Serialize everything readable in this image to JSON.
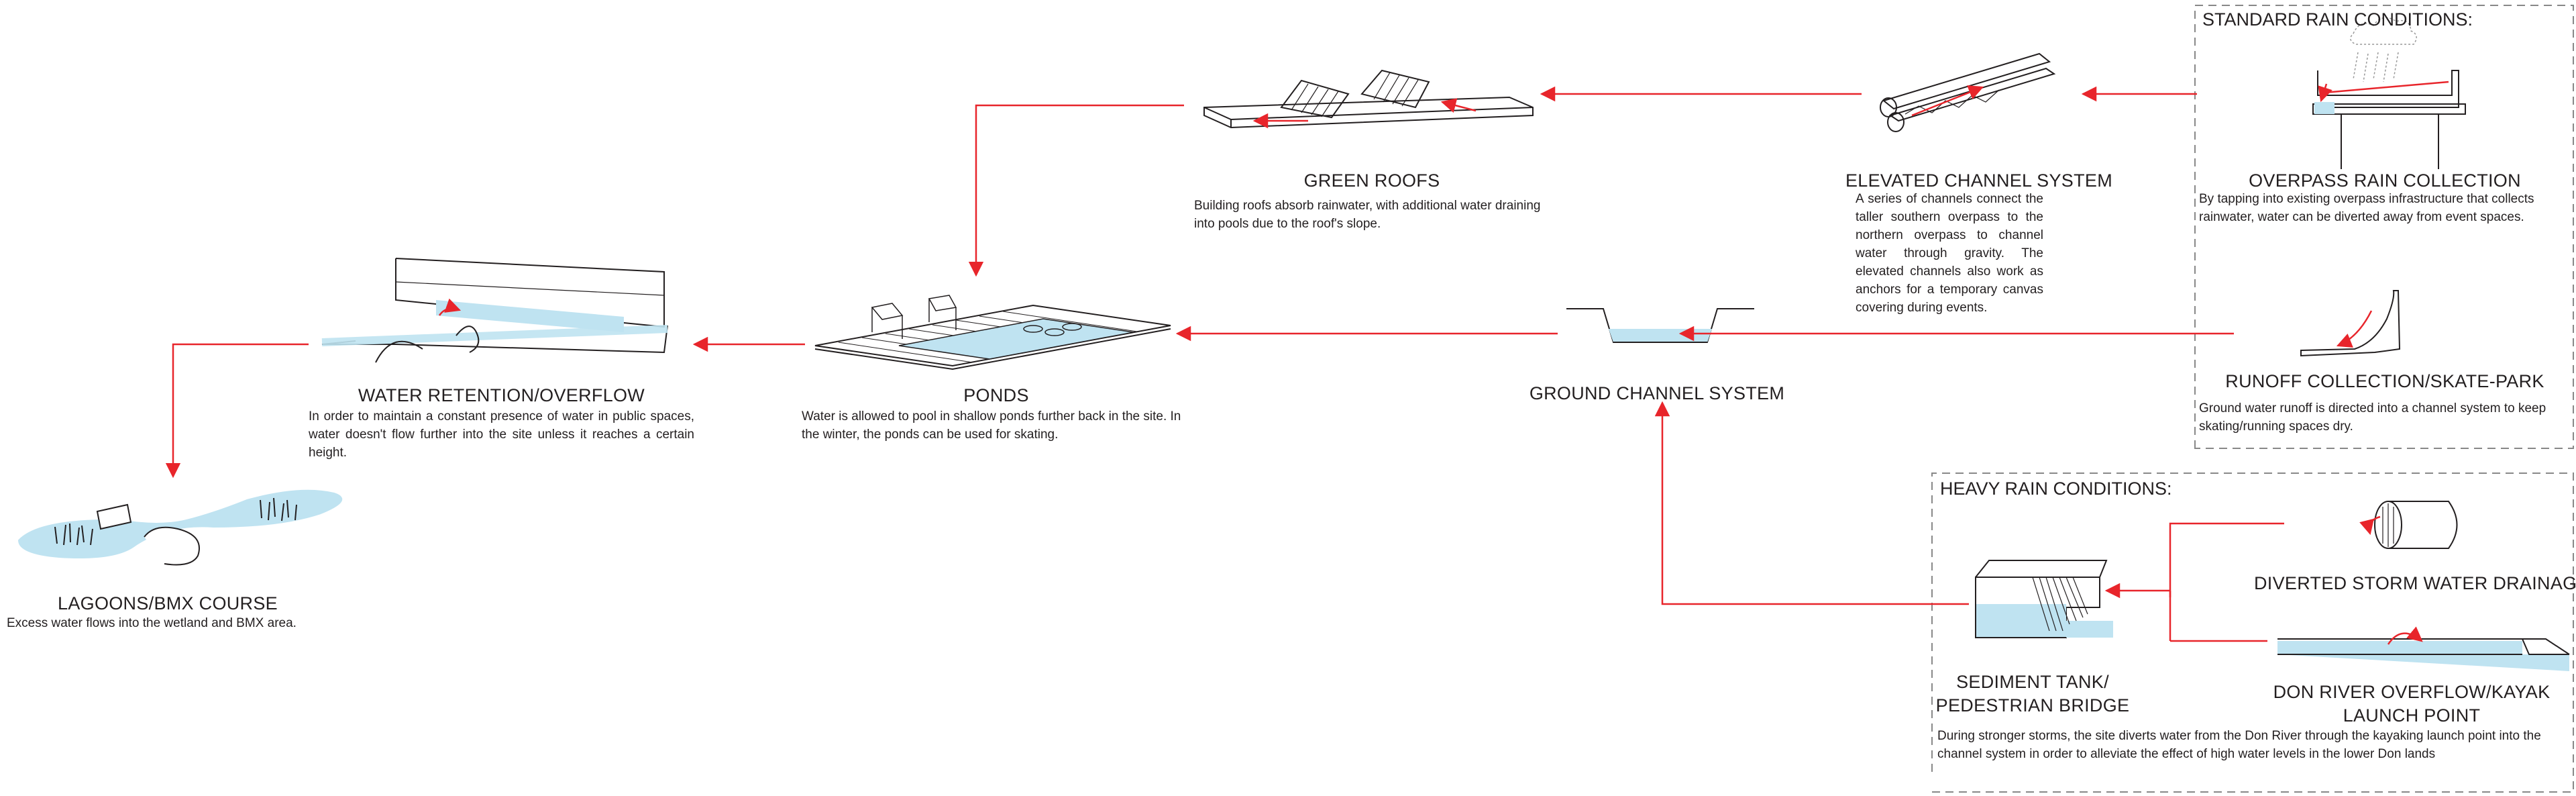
{
  "colors": {
    "arrow": "#e8252b",
    "water": "#bfe3f1",
    "line": "#231f20",
    "dashed_box": "#888888"
  },
  "sections": {
    "standard": "STANDARD RAIN CONDITIONS:",
    "heavy": "HEAVY RAIN CONDITIONS:"
  },
  "nodes": {
    "green_roofs": {
      "title": "GREEN ROOFS",
      "desc": "Building roofs absorb rainwater, with additional water draining into pools due to the roof's slope."
    },
    "elevated_channel": {
      "title": "ELEVATED CHANNEL SYSTEM",
      "desc": "A series of channels connect the taller southern overpass to the northern overpass to channel water through gravity. The elevated channels also work as anchors for a temporary canvas covering during events."
    },
    "overpass": {
      "title": "OVERPASS RAIN COLLECTION",
      "desc": "By tapping into existing overpass infrastructure that collects rainwater, water can be diverted away from event spaces."
    },
    "water_retention": {
      "title": "WATER RETENTION/OVERFLOW",
      "desc": "In order to maintain a constant presence of water in public spaces, water doesn't flow further into the site unless it reaches a certain height."
    },
    "ponds": {
      "title": "PONDS",
      "desc": "Water is allowed to pool in shallow ponds further back in the site. In the winter, the ponds can be used for skating."
    },
    "ground_channel": {
      "title": "GROUND CHANNEL SYSTEM"
    },
    "runoff": {
      "title": "RUNOFF COLLECTION/SKATE-PARK",
      "desc": "Ground water runoff is directed into a channel system to keep skating/running spaces dry."
    },
    "lagoons": {
      "title": "LAGOONS/BMX COURSE",
      "desc": "Excess water flows into the wetland and BMX area."
    },
    "diverted_storm": {
      "title": "DIVERTED STORM WATER DRAINAGE"
    },
    "sediment_tank": {
      "title_line1": "SEDIMENT TANK/",
      "title_line2": "PEDESTRIAN BRIDGE"
    },
    "don_river": {
      "title_line1": "DON RIVER OVERFLOW/KAYAK",
      "title_line2": "LAUNCH POINT"
    },
    "heavy_desc": "During stronger storms, the site diverts water from the Don River through the kayaking launch point into the channel system in order to alleviate the effect of high water levels in the lower Don lands"
  }
}
